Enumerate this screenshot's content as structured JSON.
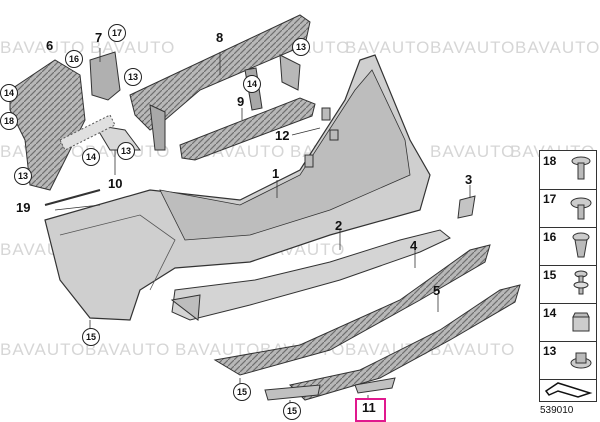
{
  "watermark": "BAVAUTO",
  "callouts": {
    "p1": "1",
    "p2": "2",
    "p3": "3",
    "p4": "4",
    "p5": "5",
    "p6": "6",
    "p7": "7",
    "p8": "8",
    "p9": "9",
    "p10": "10",
    "p11": "11",
    "p12": "12",
    "p19": "19"
  },
  "circled": {
    "c17": "17",
    "c16": "16",
    "c13a": "13",
    "c13b": "13",
    "c13c": "13",
    "c13d": "13",
    "c18": "18",
    "c14a": "14",
    "c14b": "14",
    "c14c": "14",
    "c15a": "15",
    "c15b": "15",
    "c15c": "15"
  },
  "legend": [
    {
      "num": "18",
      "icon": "rivet-clip-icon"
    },
    {
      "num": "17",
      "icon": "expanding-rivet-icon"
    },
    {
      "num": "16",
      "icon": "push-clip-icon"
    },
    {
      "num": "15",
      "icon": "screw-clip-icon"
    },
    {
      "num": "14",
      "icon": "spring-nut-icon"
    },
    {
      "num": "13",
      "icon": "collar-nut-icon"
    }
  ],
  "diagram_number": "539010",
  "highlight": "11",
  "colors": {
    "part_fill": "#cfcfcf",
    "part_stroke": "#333333",
    "highlight": "#e0198e"
  }
}
